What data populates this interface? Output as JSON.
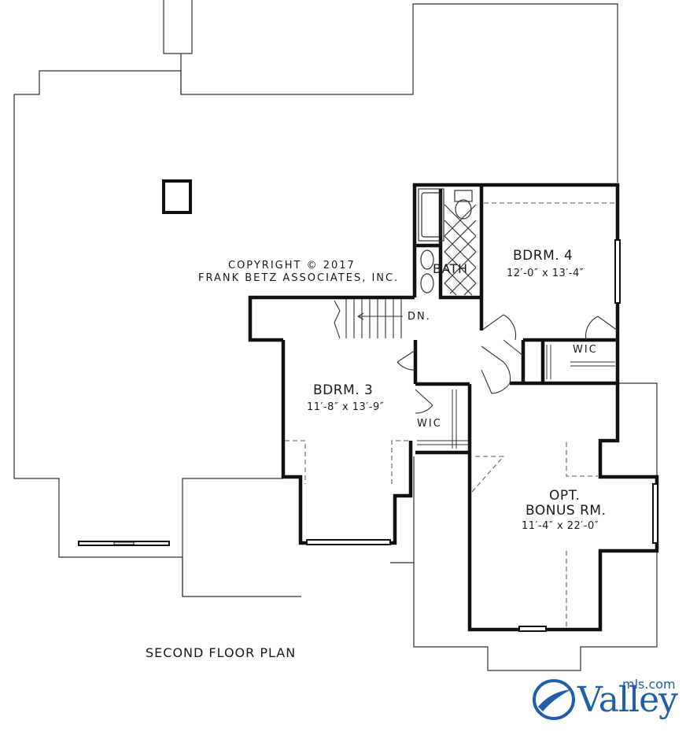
{
  "labels": {
    "copyright_line1": "COPYRIGHT © 2017",
    "copyright_line2": "FRANK BETZ ASSOCIATES, INC.",
    "bath": "BATH",
    "bdrm4_name": "BDRM. 4",
    "bdrm4_dim": "12′-0″ x 13′-4″",
    "dn": "DN.",
    "wic_right": "WIC",
    "bdrm3_name": "BDRM. 3",
    "bdrm3_dim": "11′-8″ x 13′-9″",
    "wic_left": "WIC",
    "bonus_line1": "OPT.",
    "bonus_line2": "BONUS RM.",
    "bonus_dim": "11′-4″ x 22′-0″",
    "plan_title": "SECOND FLOOR PLAN"
  },
  "logo": {
    "word": "Valley",
    "sub": "mls.com",
    "color": "#1f5fa8"
  },
  "colors": {
    "wall": "#111111",
    "thin": "#333333"
  }
}
